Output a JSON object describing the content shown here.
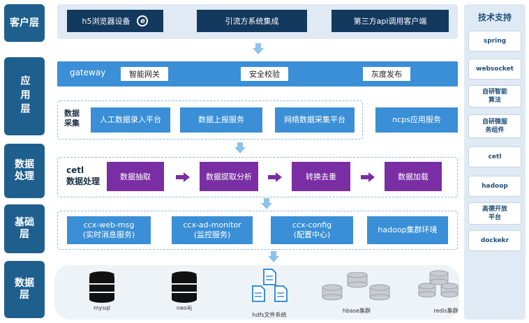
{
  "layers": {
    "client": "客户层",
    "app": "应用层",
    "data_proc": "数据处理",
    "base": "基础层",
    "data": "数据层"
  },
  "client": {
    "items": [
      "h5浏览器设备",
      "引流方系统集成",
      "第三方api调用客户端"
    ]
  },
  "app": {
    "gateway_label": "gateway",
    "gateway_items": [
      "智能网关",
      "安全校验",
      "灰度发布"
    ],
    "collect_label": "数据\n采集",
    "collect_items": [
      "人工数据录入平台",
      "数据上报服务",
      "网络数据采集平台"
    ],
    "ncps": "ncps应用服务"
  },
  "processing": {
    "label": "cetl\n数据处理",
    "steps": [
      "数据抽取",
      "数据提取分析",
      "转换去重",
      "数据加载"
    ]
  },
  "base": {
    "items": [
      {
        "name": "ccx-web-msg",
        "sub": "(实时消息服务)"
      },
      {
        "name": "ccx-ad-monitor",
        "sub": "(监控服务)"
      },
      {
        "name": "ccx-config",
        "sub": "(配置中心)"
      },
      {
        "name": "hadoop集群环境",
        "sub": ""
      }
    ]
  },
  "data_layer": {
    "stores": [
      "mysql",
      "neo4j",
      "hdfs文件系统",
      "hbase集群",
      "redis集群"
    ]
  },
  "tech": {
    "title": "技术支持",
    "items": [
      "spring",
      "websocket",
      "自研智能\n算法",
      "自研微服\n务组件",
      "cetl",
      "hadoop",
      "高德开放\n平台",
      "dockekr"
    ]
  },
  "colors": {
    "layer": "#1f5f8e",
    "navy": "#14395f",
    "blue": "#3a8fd6",
    "purple": "#7a2ea3",
    "arrow": "#8dc3ea"
  }
}
